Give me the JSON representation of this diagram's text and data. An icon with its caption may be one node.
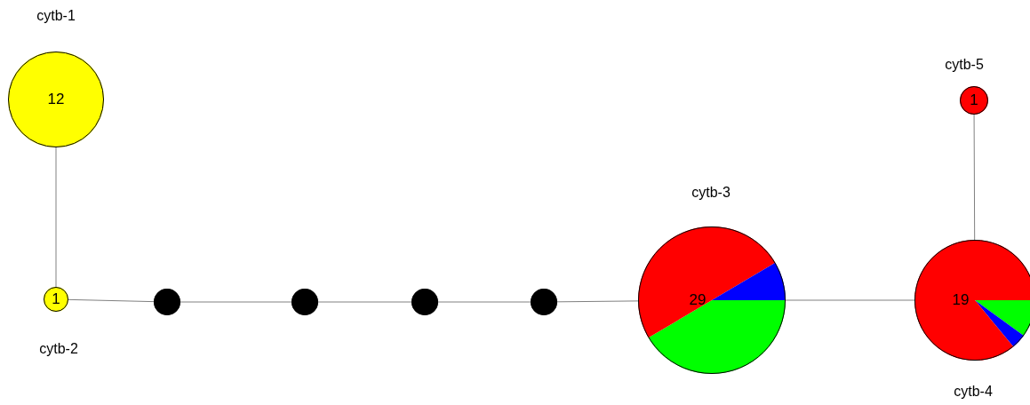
{
  "diagram": {
    "nodes": [
      {
        "text": [
          "12"
        ],
        "beside": [
          "cytb-1"
        ]
      },
      {
        "text": [
          "1"
        ],
        "beside": [
          "cytb-2"
        ]
      },
      {
        "text": [],
        "shape": "circle"
      },
      {
        "text": [],
        "shape": "circle"
      },
      {
        "text": [],
        "shape": "circle"
      },
      {
        "text": [],
        "shape": "circle"
      },
      {
        "text": [
          "29"
        ],
        "beside": [
          "cytb-3"
        ]
      },
      {
        "text": [
          "1"
        ],
        "beside": [
          "cytb-5"
        ]
      },
      {
        "text": [
          "19"
        ],
        "beside": [
          "cytb-4"
        ]
      }
    ],
    "edges": [
      {
        "from": 0,
        "to": 1,
        "arrow": "none"
      },
      {
        "from": 1,
        "to": 2,
        "arrow": "none"
      },
      {
        "from": 2,
        "to": 3,
        "arrow": "none"
      },
      {
        "from": 3,
        "to": 4,
        "arrow": "none"
      },
      {
        "from": 4,
        "to": 5,
        "arrow": "none"
      },
      {
        "from": 5,
        "to": 6,
        "arrow": "none"
      },
      {
        "from": 6,
        "to": 8,
        "arrow": "none"
      },
      {
        "from": 7,
        "to": 8,
        "arrow": "none"
      }
    ]
  }
}
